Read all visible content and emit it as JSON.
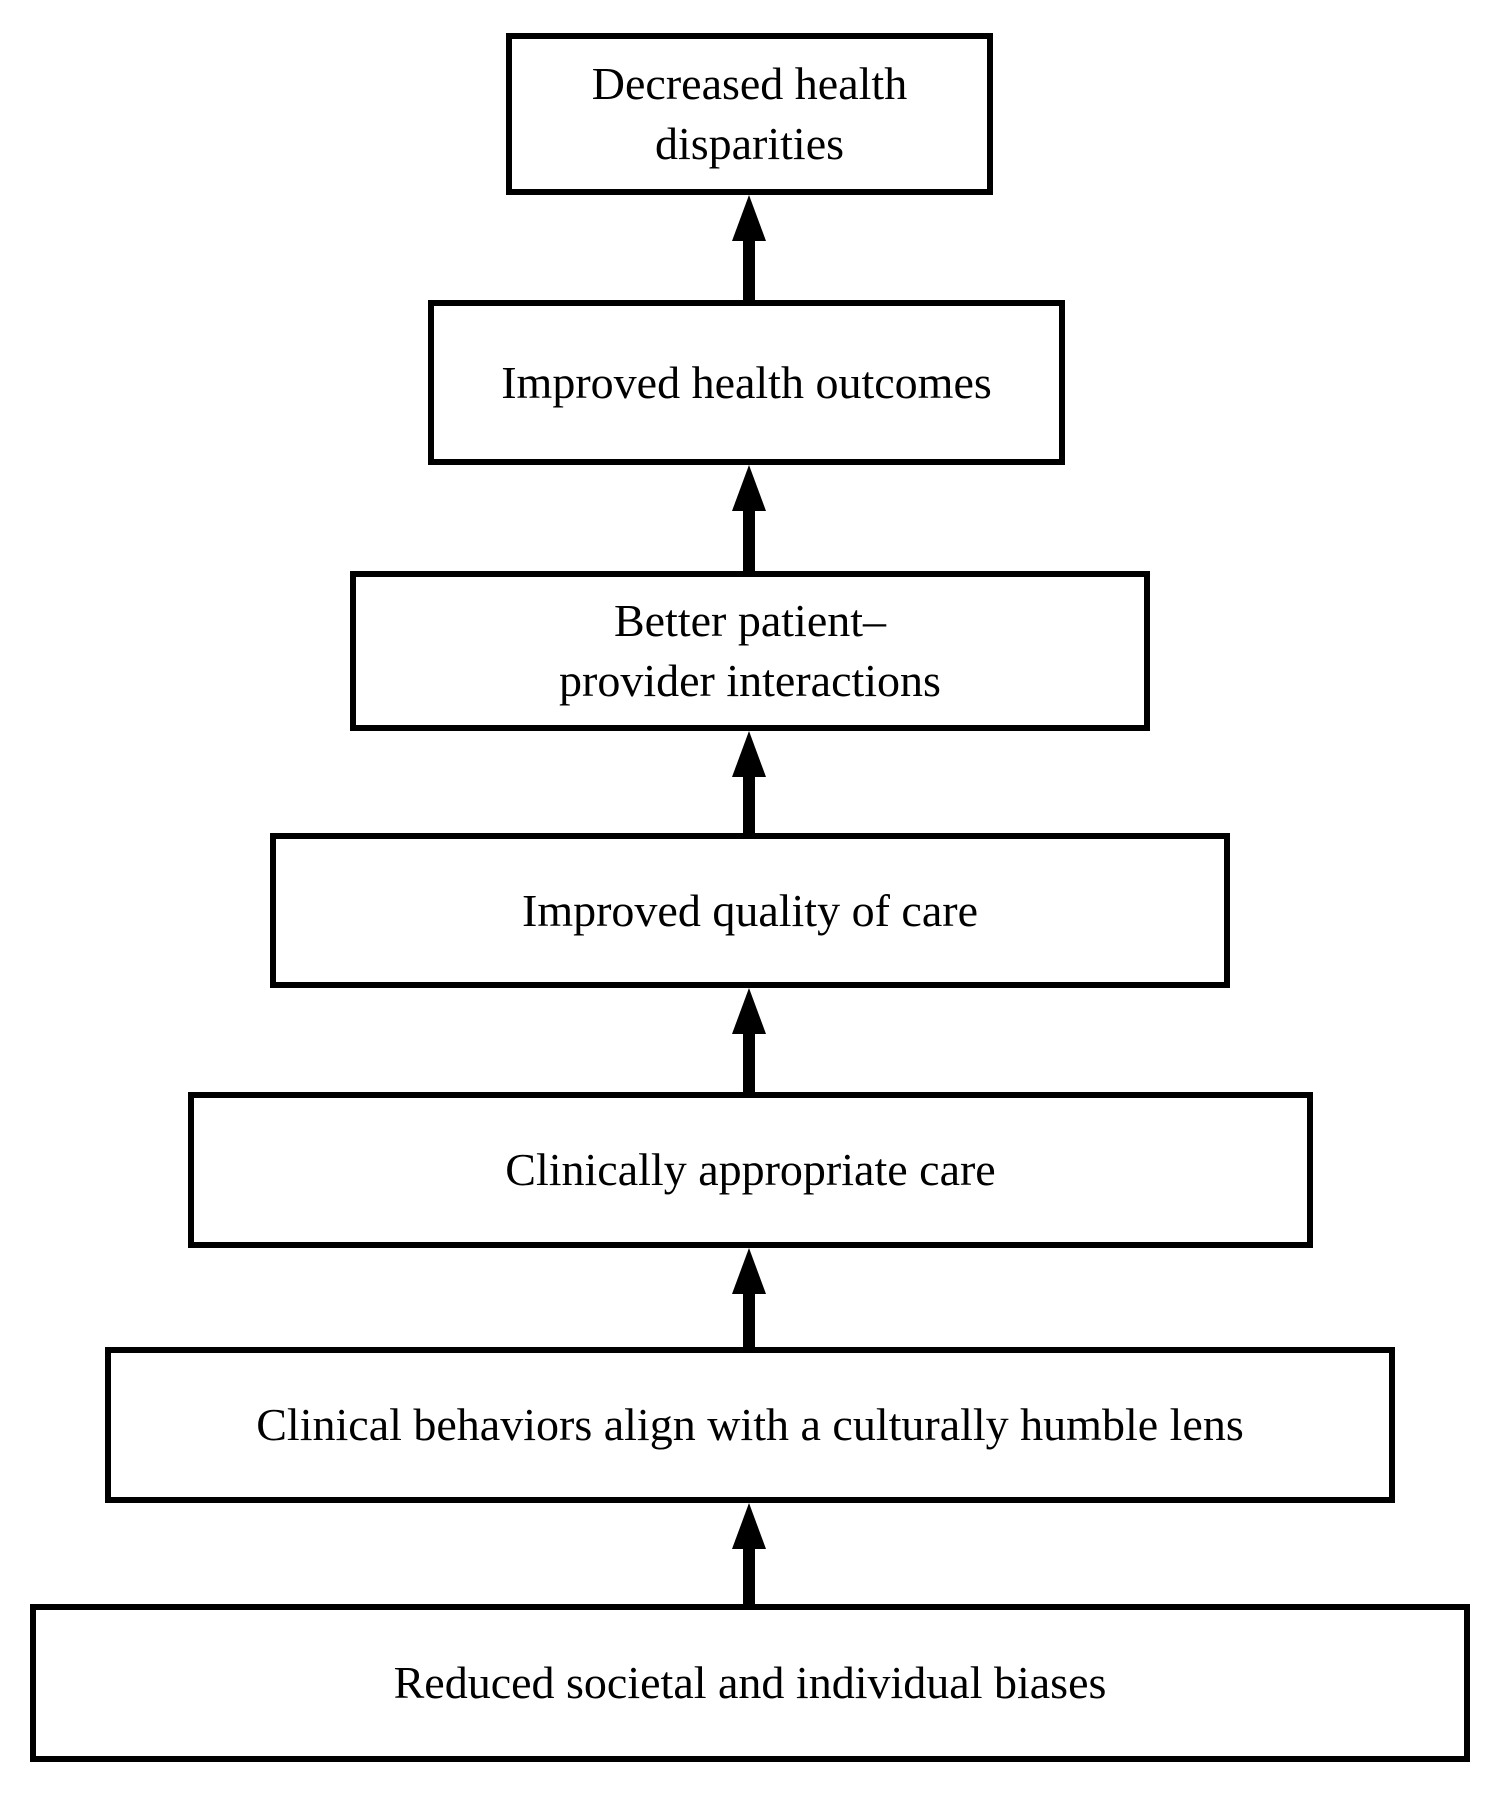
{
  "diagram": {
    "type": "flowchart",
    "flow_direction": "bottom-to-top",
    "colors": {
      "background": "#ffffff",
      "box_border": "#000000",
      "box_fill": "#ffffff",
      "text": "#000000",
      "arrow": "#000000"
    },
    "boxes": [
      {
        "id": "decreased-health-disparities",
        "label": "Decreased health\ndisparities"
      },
      {
        "id": "improved-health-outcomes",
        "label": "Improved health outcomes"
      },
      {
        "id": "better-patient-provider-interactions",
        "label": "Better patient–\nprovider interactions"
      },
      {
        "id": "improved-quality-of-care",
        "label": "Improved quality of care"
      },
      {
        "id": "clinically-appropriate-care",
        "label": "Clinically appropriate care"
      },
      {
        "id": "clinical-behaviors-align-with-a-culturally-humble-lens",
        "label": "Clinical behaviors align with a culturally humble lens"
      },
      {
        "id": "reduced-societal-and-individual-biases",
        "label": "Reduced societal and individual biases"
      }
    ],
    "connections": [
      {
        "from": "reduced-societal-and-individual-biases",
        "to": "clinical-behaviors-align-with-a-culturally-humble-lens",
        "style": "arrow-up"
      },
      {
        "from": "clinical-behaviors-align-with-a-culturally-humble-lens",
        "to": "clinically-appropriate-care",
        "style": "arrow-up"
      },
      {
        "from": "clinically-appropriate-care",
        "to": "improved-quality-of-care",
        "style": "arrow-up"
      },
      {
        "from": "improved-quality-of-care",
        "to": "better-patient-provider-interactions",
        "style": "arrow-up"
      },
      {
        "from": "better-patient-provider-interactions",
        "to": "improved-health-outcomes",
        "style": "arrow-up"
      },
      {
        "from": "improved-health-outcomes",
        "to": "decreased-health-disparities",
        "style": "arrow-up"
      }
    ]
  }
}
